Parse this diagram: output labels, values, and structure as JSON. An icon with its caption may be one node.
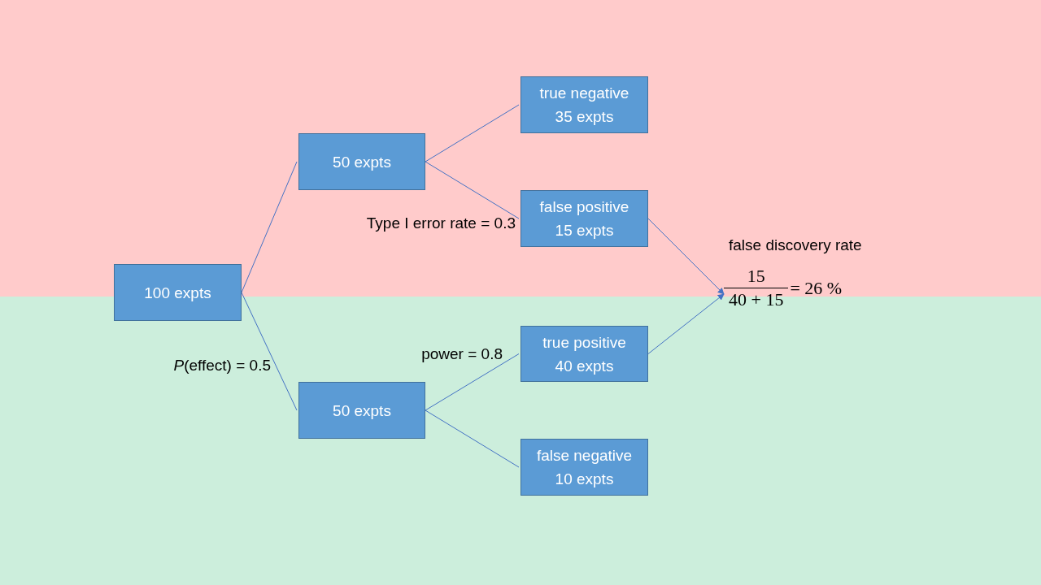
{
  "diagram": {
    "nodes": [
      {
        "text": [
          "100 expts"
        ]
      },
      {
        "text": [
          "50 expts"
        ]
      },
      {
        "text": [
          "50 expts"
        ]
      },
      {
        "text": [
          "true negative",
          "35 expts"
        ]
      },
      {
        "text": [
          "false positive",
          "15 expts"
        ]
      },
      {
        "text": [
          "true positive",
          "40 expts"
        ]
      },
      {
        "text": [
          "false negative",
          "10 expts"
        ]
      },
      {
        "text": [
          "false discovery rate",
          "15",
          "40 + 15",
          "= 26 %"
        ]
      }
    ],
    "edges": [
      {
        "from": 0,
        "to": 1,
        "arrow": "none"
      },
      {
        "from": 0,
        "to": 2,
        "arrow": "none",
        "label": "*P*(effect) = 0.5"
      },
      {
        "from": 1,
        "to": 3,
        "arrow": "none"
      },
      {
        "from": 1,
        "to": 4,
        "arrow": "none",
        "label": "Type I error rate = 0.3"
      },
      {
        "from": 2,
        "to": 5,
        "arrow": "none",
        "label": "power = 0.8"
      },
      {
        "from": 2,
        "to": 6,
        "arrow": "none"
      },
      {
        "from": 4,
        "to": 7,
        "arrow": "to"
      },
      {
        "from": 5,
        "to": 7,
        "arrow": "to"
      }
    ]
  }
}
